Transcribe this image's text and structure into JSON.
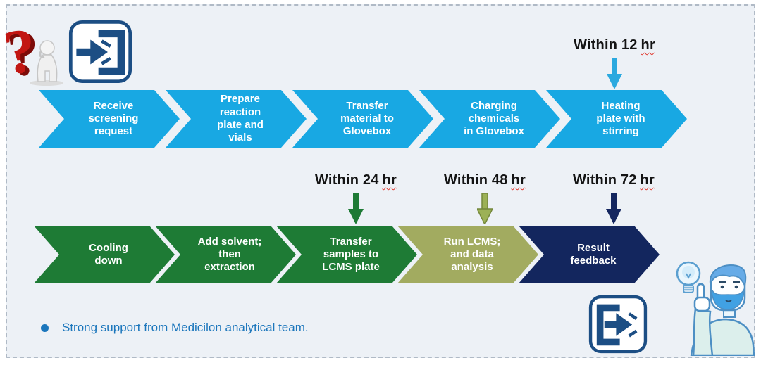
{
  "colors": {
    "board_background": "#edf1f6",
    "dashed_border": "#b0bac6",
    "step_blue": "#18a8e3",
    "step_green": "#1e7b35",
    "step_olive": "#a2ab60",
    "step_navy": "#13265e",
    "timing_text": "#141414",
    "squiggle_red": "#e0372e",
    "note_blue": "#1b76bc",
    "icon_navy": "#1c4e84",
    "question_red": "#c21612"
  },
  "flow": {
    "row1": {
      "steps": [
        {
          "label": "Receive\nscreening\nrequest",
          "color": "blue"
        },
        {
          "label": "Prepare\nreaction\nplate and\nvials",
          "color": "blue"
        },
        {
          "label": "Transfer\nmaterial to\nGlovebox",
          "color": "blue"
        },
        {
          "label": "Charging\nchemicals\nin Glovebox",
          "color": "blue"
        },
        {
          "label": "Heating\nplate with\nstirring",
          "color": "blue"
        }
      ]
    },
    "row2": {
      "steps": [
        {
          "label": "Cooling\ndown",
          "color": "green"
        },
        {
          "label": "Add solvent;\nthen\nextraction",
          "color": "green"
        },
        {
          "label": "Transfer\nsamples to\nLCMS plate",
          "color": "green"
        },
        {
          "label": "Run LCMS;\nand data\nanalysis",
          "color": "olive"
        },
        {
          "label": "Result\nfeedback",
          "color": "navy"
        }
      ]
    }
  },
  "timings": [
    {
      "prefix": "Within 12",
      "unit": "hr",
      "arrow_color": "#2ba9df"
    },
    {
      "prefix": "Within 24",
      "unit": "hr",
      "arrow_color": "#1e7a35"
    },
    {
      "prefix": "Within 48",
      "unit": "hr",
      "arrow_color": "#9cb156"
    },
    {
      "prefix": "Within 72",
      "unit": "hr",
      "arrow_color": "#14265f"
    }
  ],
  "note": {
    "text": "Strong support from Medicilon analytical team."
  },
  "icons": {
    "question_figure": "thinking-figure-with-question-mark",
    "enter": "enter-door-arrow-icon",
    "exit": "exit-door-arrow-icon",
    "idea_person": "man-pointing-at-lightbulb"
  }
}
